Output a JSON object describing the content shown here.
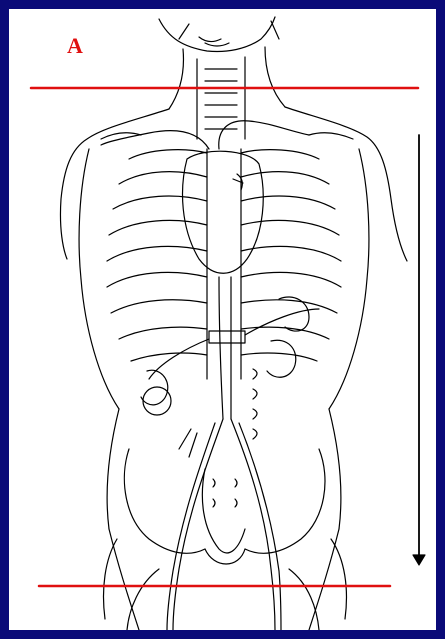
{
  "figure": {
    "panel_label": "A",
    "colors": {
      "frame_border": "#0a0a78",
      "background": "#ffffff",
      "drawing": "#000000",
      "marker_lines": "#e01010"
    },
    "elements": [
      "head-and-neck",
      "rib-cage",
      "heart",
      "aorta",
      "kidneys",
      "pelvis",
      "femoral-vessels",
      "upper-red-line",
      "lower-red-line",
      "downward-arrow"
    ]
  }
}
